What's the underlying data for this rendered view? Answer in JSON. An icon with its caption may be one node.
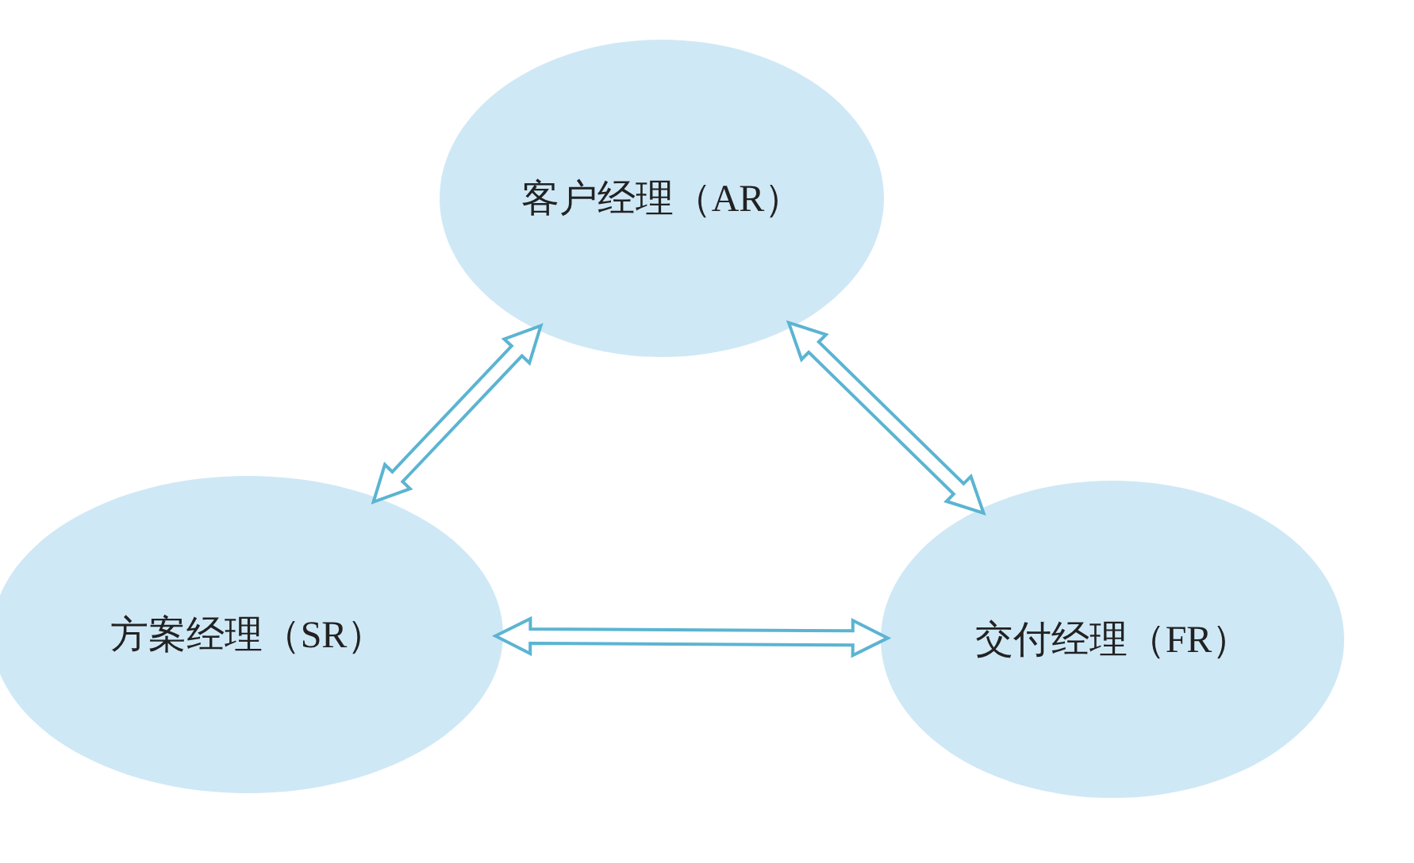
{
  "diagram": {
    "nodes": [
      {
        "text": [
          "客户经理（AR）"
        ]
      },
      {
        "text": [
          "方案经理（SR）"
        ]
      },
      {
        "text": [
          "交付经理（FR）"
        ]
      }
    ],
    "edges": [
      {
        "from": 0,
        "to": 1,
        "arrow": "both"
      },
      {
        "from": 0,
        "to": 2,
        "arrow": "both"
      },
      {
        "from": 1,
        "to": 2,
        "arrow": "both"
      }
    ]
  }
}
